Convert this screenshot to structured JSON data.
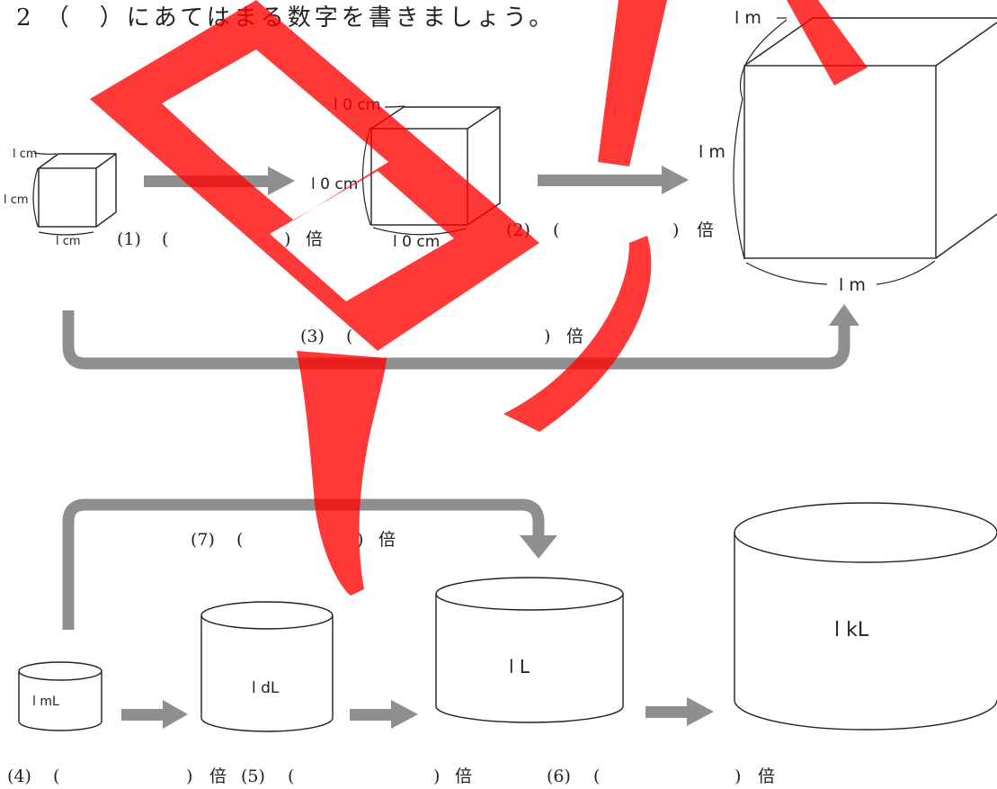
{
  "instruction": "2 （　）にあてはまる数字を書きましょう。",
  "cubes": {
    "small": {
      "top": "l cm",
      "left": "l cm",
      "bottom": "l cm"
    },
    "medium": {
      "top": "l 0 cm",
      "left": "l 0 cm",
      "bottom": "l 0 cm"
    },
    "large": {
      "top": "l m",
      "left": "l m",
      "bottom": "l m"
    }
  },
  "cube_blanks": [
    {
      "num": "(1)",
      "paren": "(",
      "close": ")",
      "unit": "倍"
    },
    {
      "num": "(2)",
      "paren": "(",
      "close": ")",
      "unit": "倍"
    },
    {
      "num": "(3)",
      "paren": "(",
      "close": ")",
      "unit": "倍"
    }
  ],
  "cylinders": [
    {
      "label": "l mL"
    },
    {
      "label": "l dL"
    },
    {
      "label": "l L"
    },
    {
      "label": "l kL"
    }
  ],
  "cylinder_blanks": [
    {
      "num": "(4)",
      "paren": "(",
      "close": ")",
      "unit": "倍"
    },
    {
      "num": "(5)",
      "paren": "(",
      "close": ")",
      "unit": "倍"
    },
    {
      "num": "(6)",
      "paren": "(",
      "close": ")",
      "unit": "倍"
    },
    {
      "num": "(7)",
      "paren": "(",
      "close": ")",
      "unit": "倍"
    }
  ],
  "watermark": "見本",
  "colors": {
    "arrow": "#8f8f8f",
    "line": "#222222",
    "watermark": "#ff0000"
  }
}
